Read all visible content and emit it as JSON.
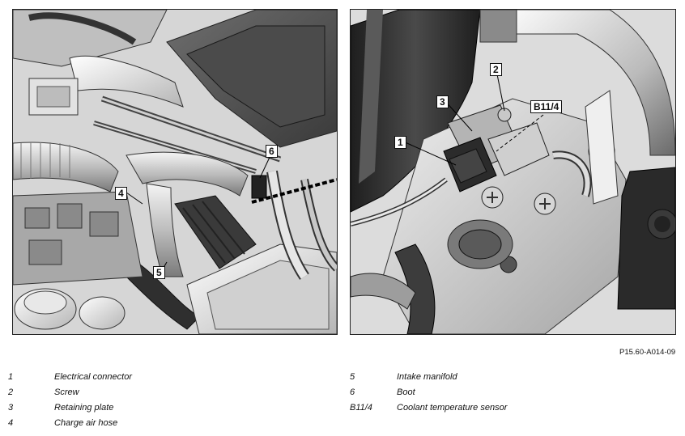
{
  "callouts": {
    "c1": "1",
    "c2": "2",
    "c3": "3",
    "c4": "4",
    "c5": "5",
    "c6": "6",
    "b11": "B11/4"
  },
  "figure_ref": "P15.60-A014-09",
  "legend": {
    "left": [
      {
        "num": "1",
        "label": "Electrical connector"
      },
      {
        "num": "2",
        "label": "Screw"
      },
      {
        "num": "3",
        "label": "Retaining plate"
      },
      {
        "num": "4",
        "label": "Charge air hose"
      }
    ],
    "right": [
      {
        "num": "5",
        "label": "Intake manifold"
      },
      {
        "num": "6",
        "label": "Boot"
      },
      {
        "num": "B11/4",
        "label": "Coolant temperature sensor"
      }
    ]
  }
}
